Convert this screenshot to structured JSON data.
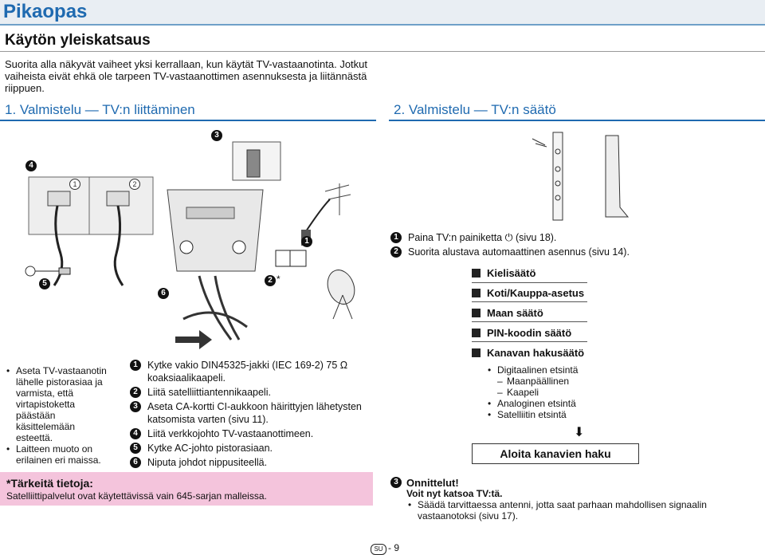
{
  "page": {
    "title": "Pikaopas",
    "subtitle": "Käytön yleiskatsaus",
    "intro": "Suorita alla näkyvät vaiheet yksi kerrallaan, kun käytät TV-vastaanotinta. Jotkut vaiheista eivät ehkä ole tarpeen TV-vastaanottimen asennuksesta ja liitännästä riippuen.",
    "page_number": "9",
    "lang_badge": "SU"
  },
  "section1": {
    "label": "1. Valmistelu",
    "dash": "—",
    "title": "TV:n liittäminen",
    "callouts": [
      "1",
      "2",
      "3",
      "4",
      "5",
      "6"
    ],
    "port_labels": [
      "1",
      "2"
    ],
    "star": "*",
    "left_bullets": [
      "Aseta TV-vastaanotin lähelle pistorasiaa ja varmista, että virtapistoketta päästään käsittelemään esteettä.",
      "Laitteen muoto on erilainen eri maissa."
    ],
    "steps": [
      "Kytke vakio DIN45325-jakki (IEC 169-2) 75 Ω koaksiaalikaapeli.",
      "Liitä satelliittiantennikaapeli.",
      "Aseta CA-kortti CI-aukkoon häirittyjen lähetysten katsomista varten (sivu 11).",
      "Liitä verkkojohto TV-vastaanottimeen.",
      "Kytke AC-johto pistorasiaan.",
      "Niputa johdot nippusiteellä."
    ],
    "note_title": "*Tärkeitä tietoja:",
    "note_text": "Satelliittipalvelut ovat käytettävissä vain 645-sarjan malleissa."
  },
  "section2": {
    "label": "2. Valmistelu",
    "dash": "—",
    "title": "TV:n säätö",
    "steps": [
      "Paina TV:n painiketta",
      "(sivu 18).",
      "Suorita alustava automaattinen asennus (sivu 14)."
    ],
    "menu": [
      "Kielisäätö",
      "Koti/Kauppa-asetus",
      "Maan säätö",
      "PIN-koodin säätö",
      "Kanavan hakusäätö"
    ],
    "search_options": [
      "Digitaalinen etsintä",
      "Maanpäällinen",
      "Kaapeli",
      "Analoginen etsintä",
      "Satelliitin etsintä"
    ],
    "start_button": "Aloita kanavien haku",
    "final_num": "3",
    "final_title": "Onnittelut!",
    "final_sub": "Voit nyt katsoa TV:tä.",
    "final_bullet": "Säädä tarvittaessa antenni, jotta saat parhaan mahdollisen signaalin vastaanotoksi (sivu 17)."
  }
}
